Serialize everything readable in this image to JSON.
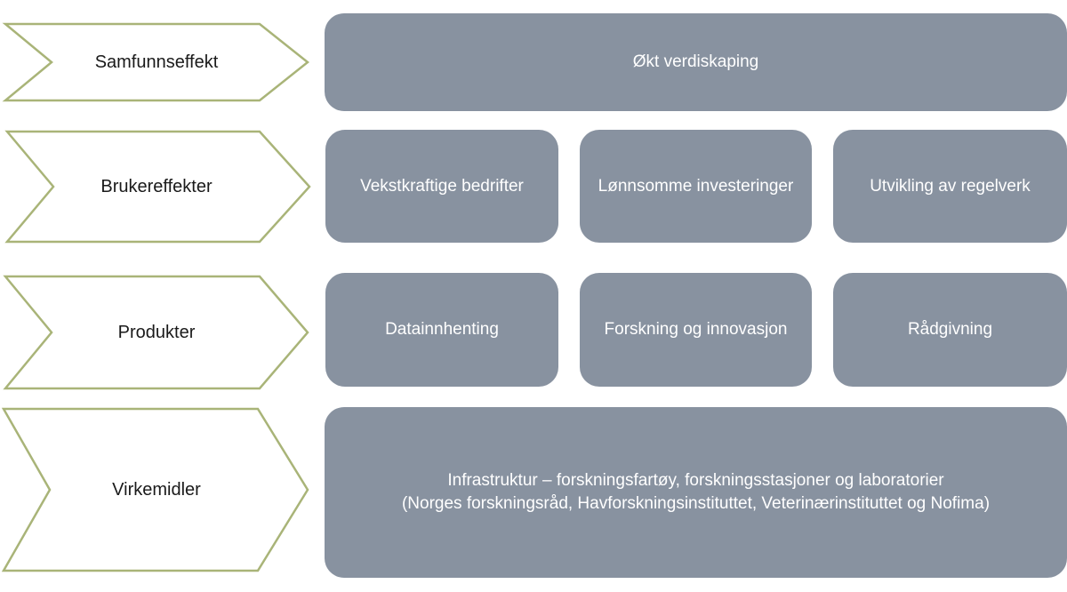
{
  "colors": {
    "chevron_stroke": "#a9b478",
    "box_fill": "#8892a0",
    "box_text": "#ffffff",
    "label_text": "#1a1a1a"
  },
  "levels": [
    {
      "label": "Samfunnseffekt",
      "boxes": [
        {
          "lines": [
            "Økt verdiskaping"
          ]
        }
      ]
    },
    {
      "label": "Brukereffekter",
      "boxes": [
        {
          "lines": [
            "Vekstkraftige bedrifter"
          ]
        },
        {
          "lines": [
            "Lønnsomme investeringer"
          ]
        },
        {
          "lines": [
            "Utvikling av regelverk"
          ]
        }
      ]
    },
    {
      "label": "Produkter",
      "boxes": [
        {
          "lines": [
            "Datainnhenting"
          ]
        },
        {
          "lines": [
            "Forskning og innovasjon"
          ]
        },
        {
          "lines": [
            "Rådgivning"
          ]
        }
      ]
    },
    {
      "label": "Virkemidler",
      "boxes": [
        {
          "lines": [
            "Infrastruktur – forskningsfartøy, forskningsstasjoner og laboratorier",
            "(Norges forskningsråd, Havforskningsinstituttet, Veterinærinstituttet og Nofima)"
          ]
        }
      ]
    }
  ]
}
